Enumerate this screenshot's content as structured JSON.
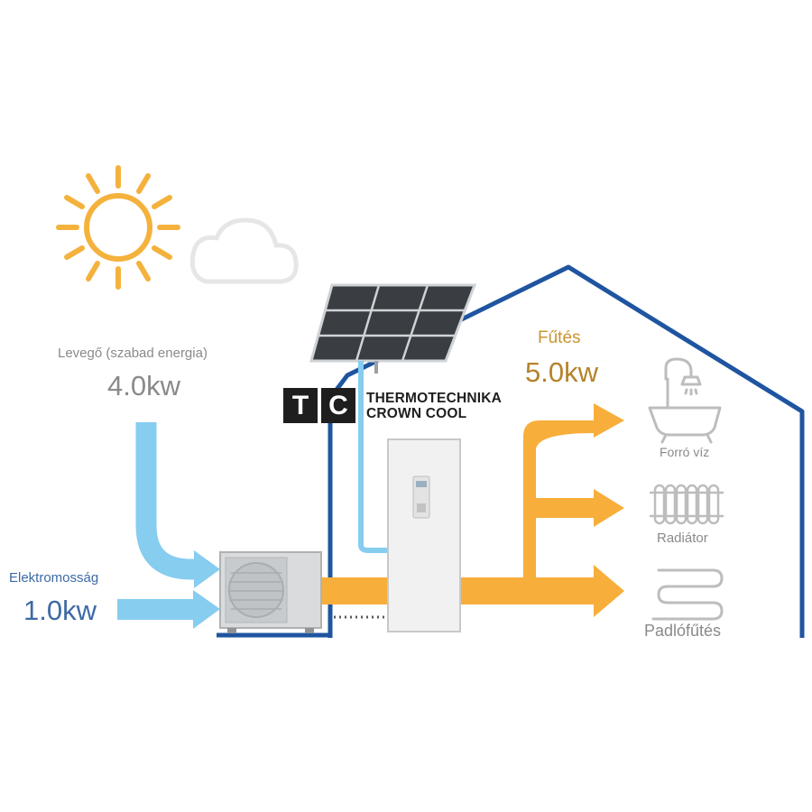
{
  "sources": {
    "air": {
      "label": "Levegő (szabad energia)",
      "value": "4.0kw"
    },
    "electricity": {
      "label": "Elektromosság",
      "value": "1.0kw"
    }
  },
  "output": {
    "label": "Fűtés",
    "value": "5.0kw"
  },
  "consumers": [
    {
      "label": "Forró víz",
      "icon": "bathtub-icon"
    },
    {
      "label": "Radiátor",
      "icon": "radiator-icon"
    },
    {
      "label": "Padlófűtés",
      "icon": "underfloor-heating-icon"
    }
  ],
  "logo": {
    "mark_letters": [
      "T",
      "C"
    ],
    "text_lines": [
      "THERMOTECHNIKA",
      "CROWN COOL"
    ]
  },
  "colors": {
    "house_outline": "#1f55a0",
    "heat_flow": "#f7ae3b",
    "air_flow": "#86cdf0",
    "sun": "#f4b23d",
    "cloud": "#e6e6e6"
  }
}
